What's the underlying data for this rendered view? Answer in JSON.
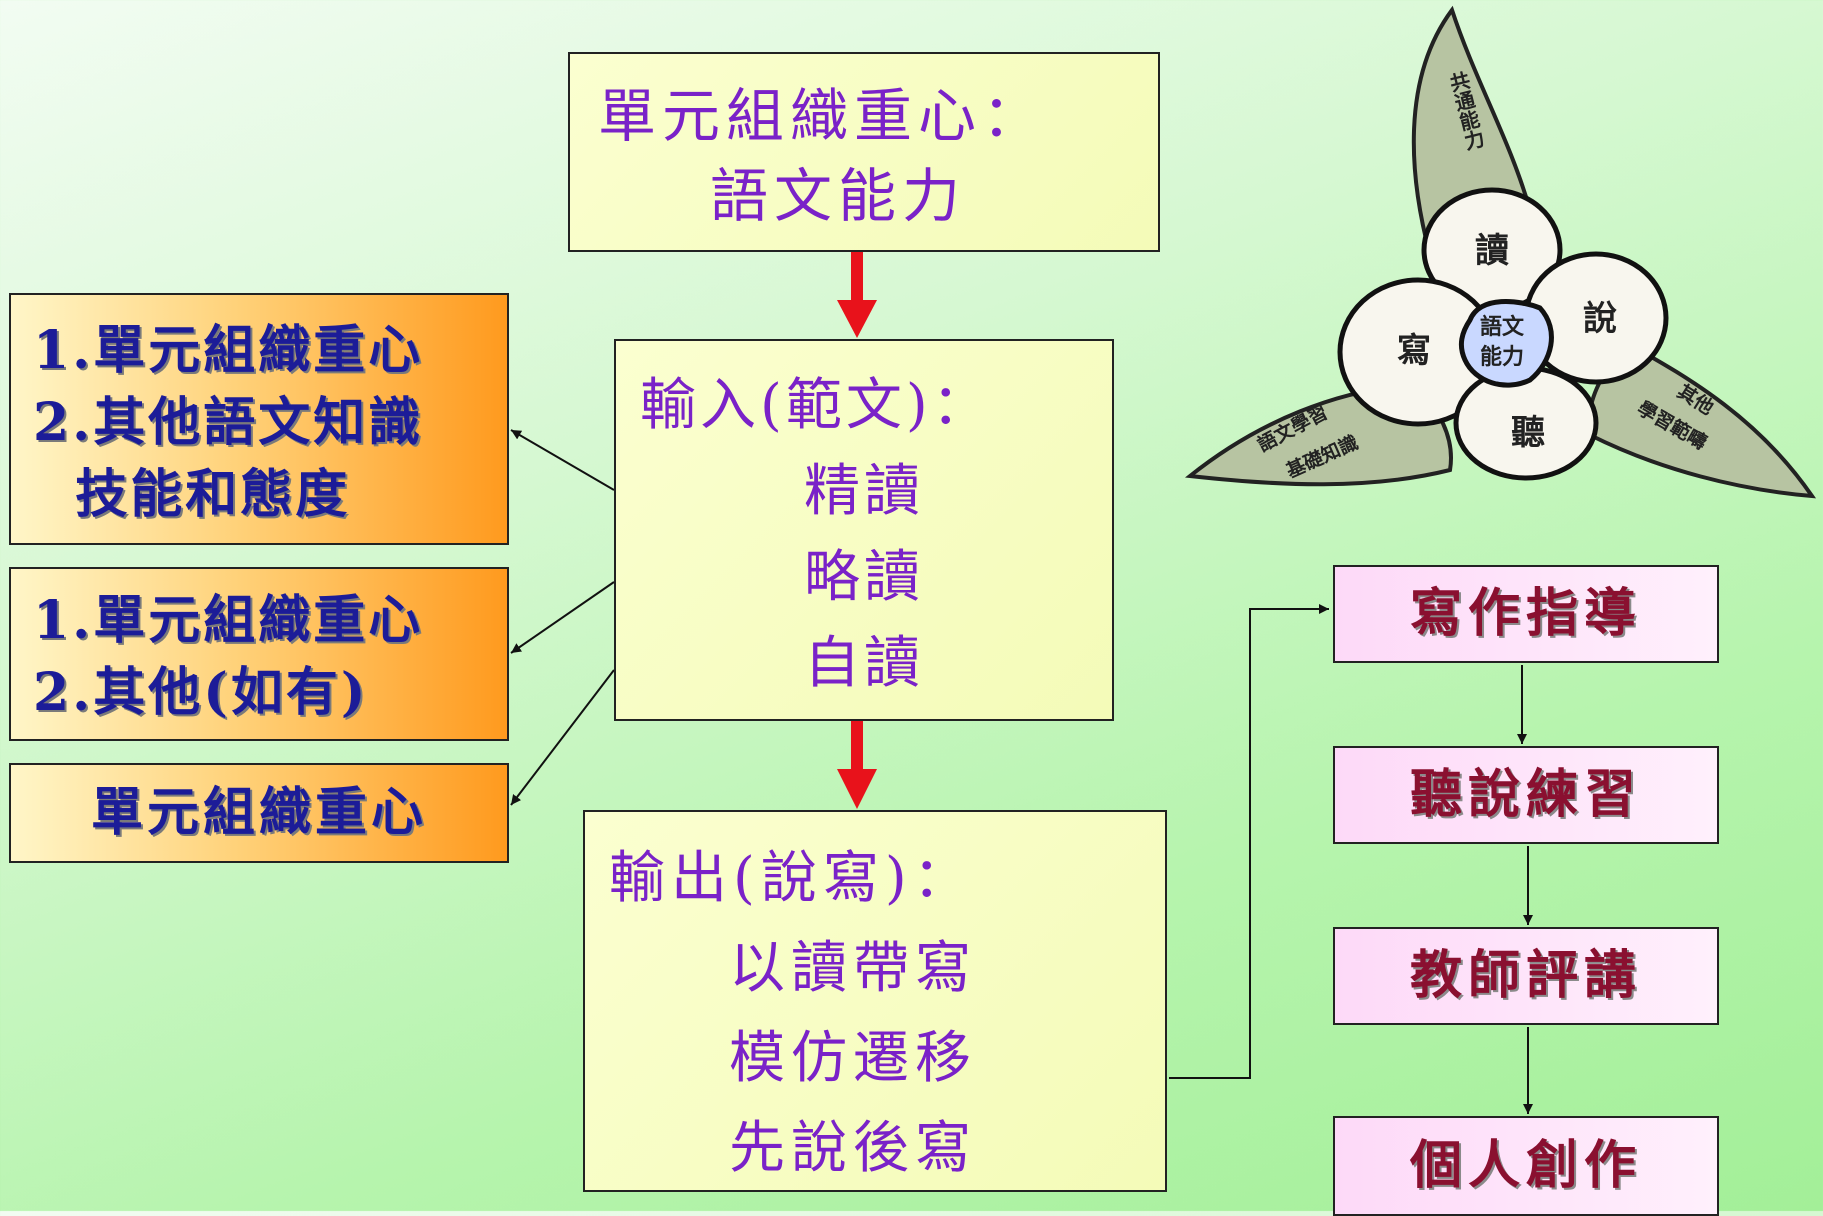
{
  "unit_focus": {
    "line1": "單元組織重心：",
    "line2": "語文能力"
  },
  "input": {
    "heading": "輸入(範文)：",
    "items": [
      "精讀",
      "略讀",
      "自讀"
    ]
  },
  "output": {
    "heading": "輸出(說寫)：",
    "items": [
      "以讀帶寫",
      "模仿遷移",
      "先說後寫"
    ]
  },
  "side_boxes": [
    {
      "lines": [
        "1.單元組織重心",
        "2.其他語文知識",
        "  技能和態度"
      ]
    },
    {
      "lines": [
        "1.單元組織重心",
        "2.其他(如有)"
      ]
    },
    {
      "lines": [
        "單元組織重心"
      ]
    }
  ],
  "steps": [
    "寫作指導",
    "聽說練習",
    "教師評講",
    "個人創作"
  ],
  "flower": {
    "center": [
      "語文",
      "能力"
    ],
    "petals": {
      "top": "讀",
      "left": "寫",
      "right": "說",
      "bottom": "聽"
    },
    "leaves": {
      "top": "共通能力",
      "left": [
        "語文學習",
        "基礎知識"
      ],
      "right": [
        "其他",
        "學習範疇"
      ]
    }
  },
  "colors": {
    "arrow_red": "#e8121b",
    "purple_text": "#7a22c8",
    "navy_text": "#1c1c98",
    "maroon_text": "#8a1030"
  }
}
